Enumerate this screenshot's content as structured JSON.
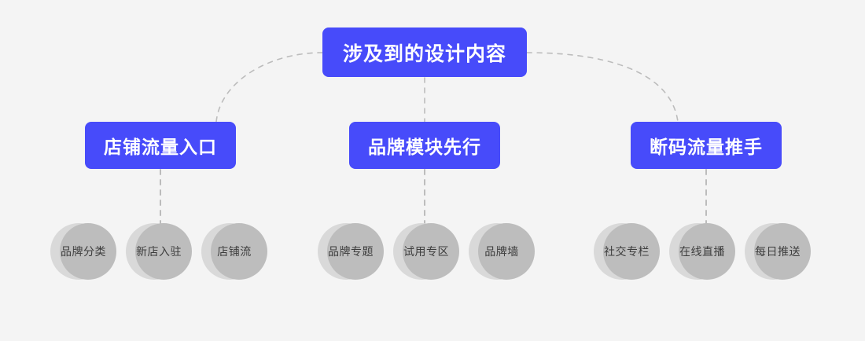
{
  "canvas": {
    "background_color": "#f4f4f4",
    "accent_color": "#474bfa",
    "circle_back_color": "#d9d9d9",
    "circle_front_color": "#bdbdbd",
    "connector_color": "#bcbcbc"
  },
  "root": {
    "label": "涉及到的设计内容"
  },
  "branches": [
    {
      "label": "店铺流量入口",
      "leaves": [
        {
          "label": "品牌分类"
        },
        {
          "label": "新店入驻"
        },
        {
          "label": "店铺流"
        }
      ]
    },
    {
      "label": "品牌模块先行",
      "leaves": [
        {
          "label": "品牌专题"
        },
        {
          "label": "试用专区"
        },
        {
          "label": "品牌墙"
        }
      ]
    },
    {
      "label": "断码流量推手",
      "leaves": [
        {
          "label": "社交专栏"
        },
        {
          "label": "在线直播"
        },
        {
          "label": "每日推送"
        }
      ]
    }
  ]
}
